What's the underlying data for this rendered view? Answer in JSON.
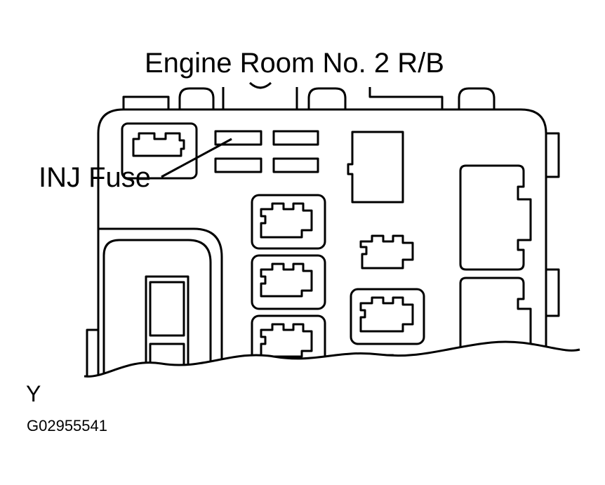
{
  "diagram": {
    "title": "Engine Room No. 2 R/B",
    "callout_label": "INJ Fuse",
    "view_label": "Y",
    "figure_id": "G02955541",
    "line_color": "#000000",
    "background_color": "#ffffff"
  }
}
